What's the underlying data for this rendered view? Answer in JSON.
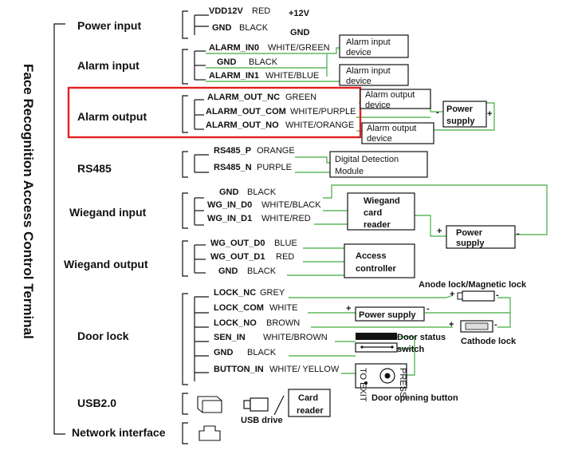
{
  "title": "Face Recognition Access Control Terminal",
  "groups": {
    "power_input": "Power input",
    "alarm_input": "Alarm input",
    "alarm_output": "Alarm output",
    "rs485": "RS485",
    "wiegand_input": "Wiegand input",
    "wiegand_output": "Wiegand output",
    "door_lock": "Door lock",
    "usb": "USB2.0",
    "network": "Network interface"
  },
  "wires": {
    "vdd12v": {
      "name": "VDD12V",
      "color": "RED"
    },
    "pwr_gnd": {
      "name": "GND",
      "color": "BLACK"
    },
    "alarm_in0": {
      "name": "ALARM_IN0",
      "color": "WHITE/GREEN"
    },
    "alarm_gnd": {
      "name": "GND",
      "color": "BLACK"
    },
    "alarm_in1": {
      "name": "ALARM_IN1",
      "color": "WHITE/BLUE"
    },
    "alarm_out_nc": {
      "name": "ALARM_OUT_NC",
      "color": "GREEN"
    },
    "alarm_out_com": {
      "name": "ALARM_OUT_COM",
      "color": "WHITE/PURPLE"
    },
    "alarm_out_no": {
      "name": "ALARM_OUT_NO",
      "color": "WHITE/ORANGE"
    },
    "rs485_p": {
      "name": "RS485_P",
      "color": "ORANGE"
    },
    "rs485_n": {
      "name": "RS485_N",
      "color": "PURPLE"
    },
    "wg_in_gnd": {
      "name": "GND",
      "color": "BLACK"
    },
    "wg_in_d0": {
      "name": "WG_IN_D0",
      "color": "WHITE/BLACK"
    },
    "wg_in_d1": {
      "name": "WG_IN_D1",
      "color": "WHITE/RED"
    },
    "wg_out_d0": {
      "name": "WG_OUT_D0",
      "color": "BLUE"
    },
    "wg_out_d1": {
      "name": "WG_OUT_D1",
      "color": "RED"
    },
    "wg_out_gnd": {
      "name": "GND",
      "color": "BLACK"
    },
    "lock_nc": {
      "name": "LOCK_NC",
      "color": "GREY"
    },
    "lock_com": {
      "name": "LOCK_COM",
      "color": "WHITE"
    },
    "lock_no": {
      "name": "LOCK_NO",
      "color": "BROWN"
    },
    "sen_in": {
      "name": "SEN_IN",
      "color": "WHITE/BROWN"
    },
    "lock_gnd": {
      "name": "GND",
      "color": "BLACK"
    },
    "button_in": {
      "name": "BUTTON_IN",
      "color": "WHITE/ YELLOW"
    }
  },
  "annotations": {
    "plus12v": "+12V",
    "gnd": "GND"
  },
  "devices": {
    "alarm_input_1": [
      "Alarm input",
      "device"
    ],
    "alarm_input_2": [
      "Alarm input",
      "device"
    ],
    "alarm_output_1": [
      "Alarm output",
      "device"
    ],
    "alarm_output_2": [
      "Alarm output",
      "device"
    ],
    "power_supply_alarm": [
      "Power",
      "supply"
    ],
    "digital_detection": [
      "Digital    Detection",
      "Module"
    ],
    "wiegand_card_reader": [
      "Wiegand",
      "card",
      "reader"
    ],
    "power_supply_wiegand": [
      "Power",
      "supply"
    ],
    "access_controller": [
      "Access",
      "controller"
    ],
    "power_supply_lock": "Power supply",
    "anode_lock": "Anode lock/Magnetic lock",
    "cathode_lock": "Cathode lock",
    "door_status": [
      "Door status",
      "switch"
    ],
    "door_button": "Door opening button",
    "button_press": "PRESS",
    "button_exit": "TO EXIT",
    "usb_drive": "USB drive",
    "card_reader": [
      "Card",
      "reader"
    ]
  },
  "signs": {
    "plus": "+",
    "minus": "-"
  },
  "colors": {
    "highlight": "#e02020",
    "wire_line": "#5fb85f"
  }
}
